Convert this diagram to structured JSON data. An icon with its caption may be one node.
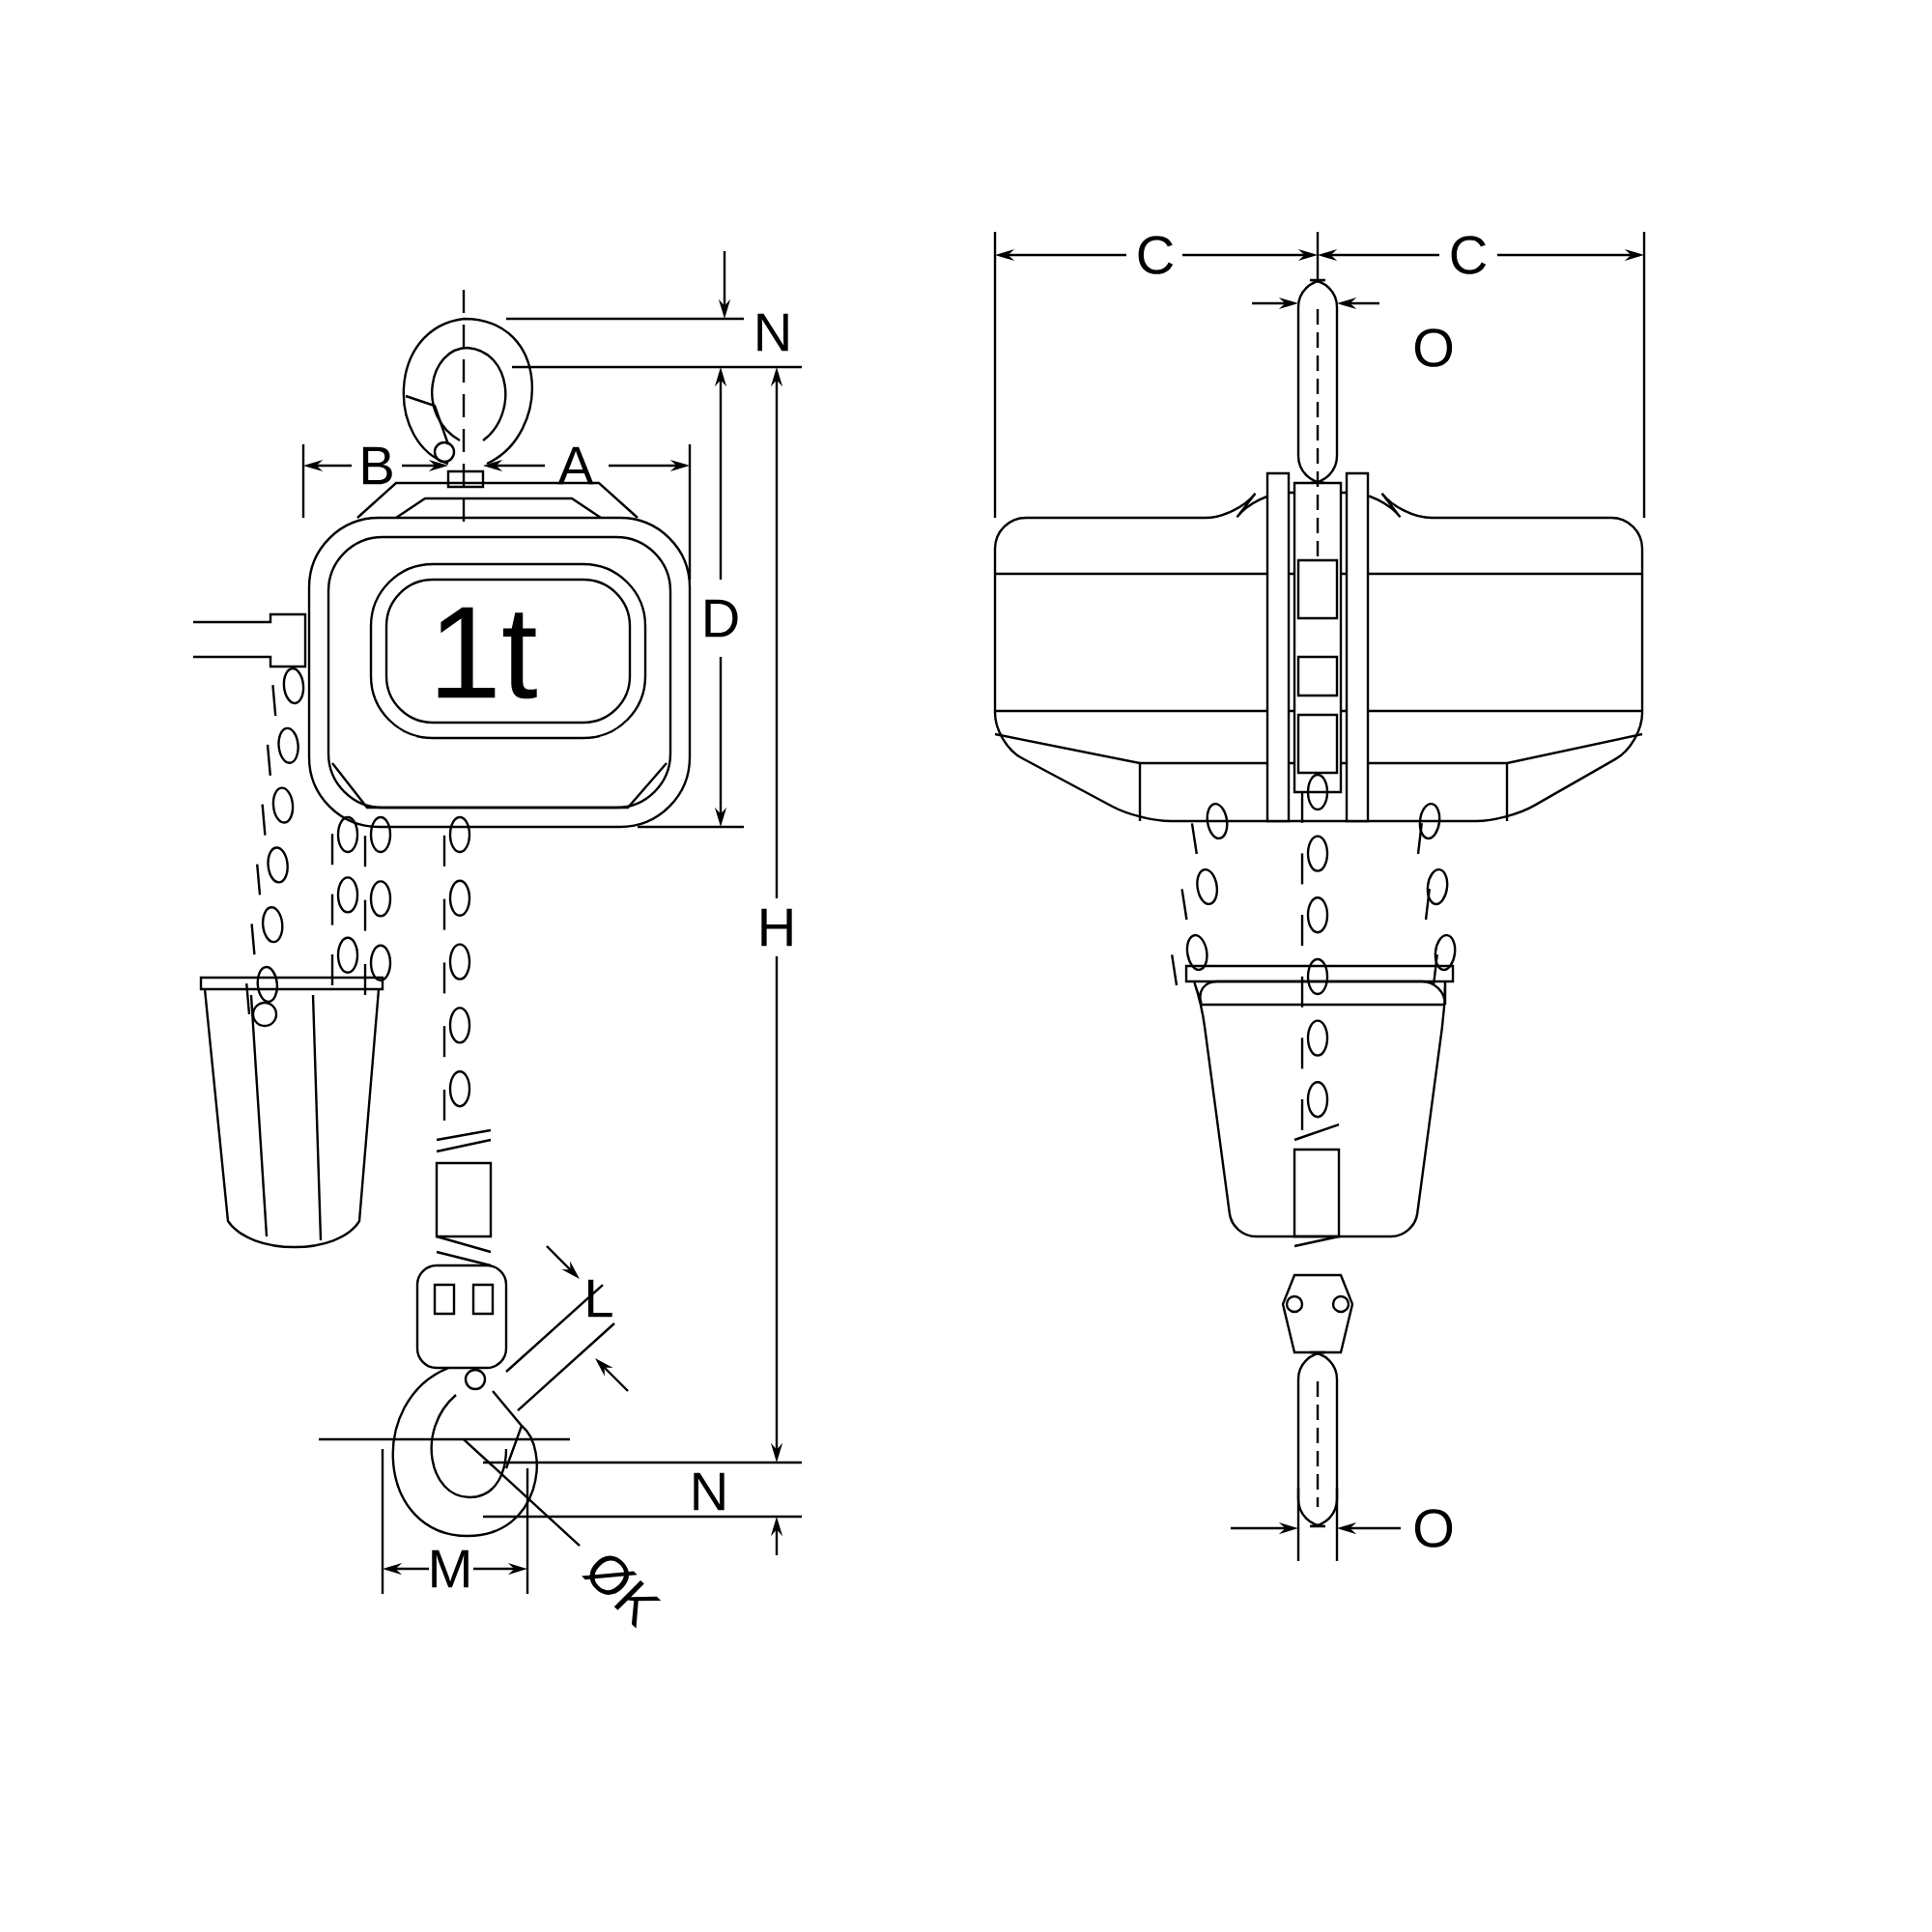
{
  "diagram": {
    "labels": [
      "N",
      "B",
      "A",
      "1t",
      "D",
      "H",
      "L",
      "N",
      "ØK",
      "M",
      "C",
      "C",
      "O",
      "O"
    ]
  }
}
